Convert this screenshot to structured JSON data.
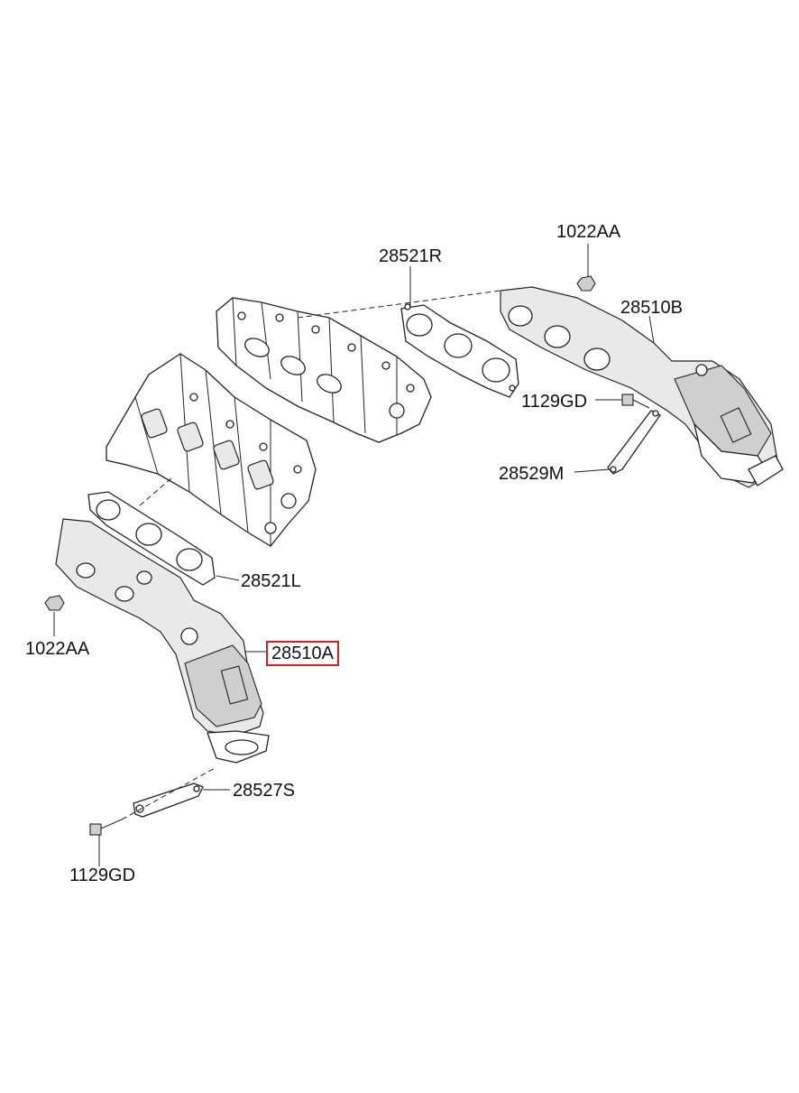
{
  "labels": {
    "nut_top": "1022AA",
    "gasket_right": "28521R",
    "manifold_right": "28510B",
    "bolt_right": "1129GD",
    "stay_right": "28529M",
    "gasket_left": "28521L",
    "nut_left": "1022AA",
    "manifold_left": "28510A",
    "stay_left": "28527S",
    "bolt_left": "1129GD"
  },
  "highlight_color": "#d62020"
}
